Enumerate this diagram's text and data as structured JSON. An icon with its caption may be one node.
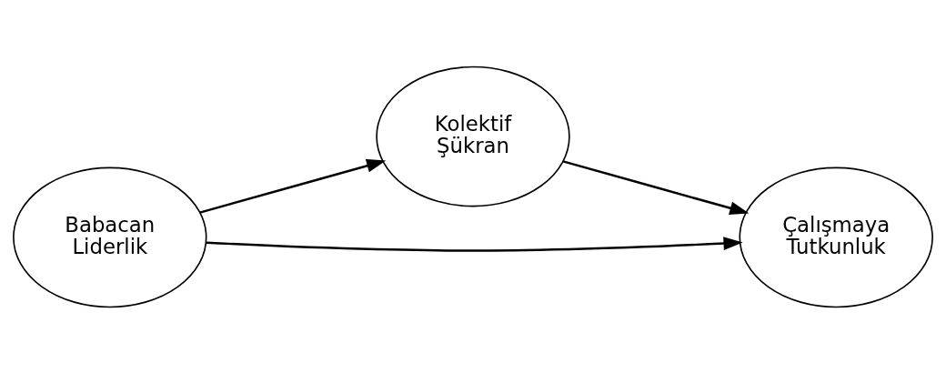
{
  "diagram": {
    "nodes": [
      {
        "text": [
          "Babacan Liderlik"
        ]
      },
      {
        "text": [
          "Kolektif Şükran"
        ]
      },
      {
        "text": [
          "Çalışmaya Tutkunluk"
        ]
      }
    ],
    "edges": [
      {
        "from": 0,
        "to": 1,
        "arrow": "to"
      },
      {
        "from": 1,
        "to": 2,
        "arrow": "to"
      },
      {
        "from": 0,
        "to": 2,
        "arrow": "to"
      }
    ]
  }
}
